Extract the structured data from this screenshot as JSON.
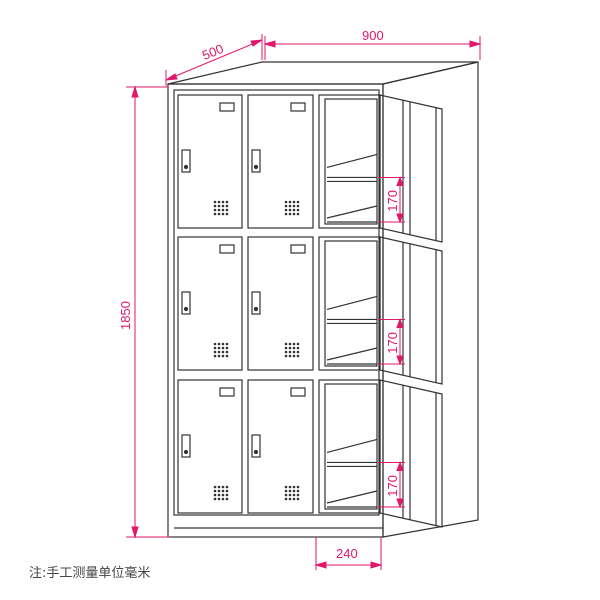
{
  "dimensions": {
    "depth": "500",
    "width": "900",
    "height": "1850",
    "door_width": "240",
    "shelf_heights": [
      "170",
      "170",
      "170"
    ]
  },
  "note": "注:手工测量单位毫米",
  "colors": {
    "line": "#333333",
    "dimension": "#e0186a"
  }
}
